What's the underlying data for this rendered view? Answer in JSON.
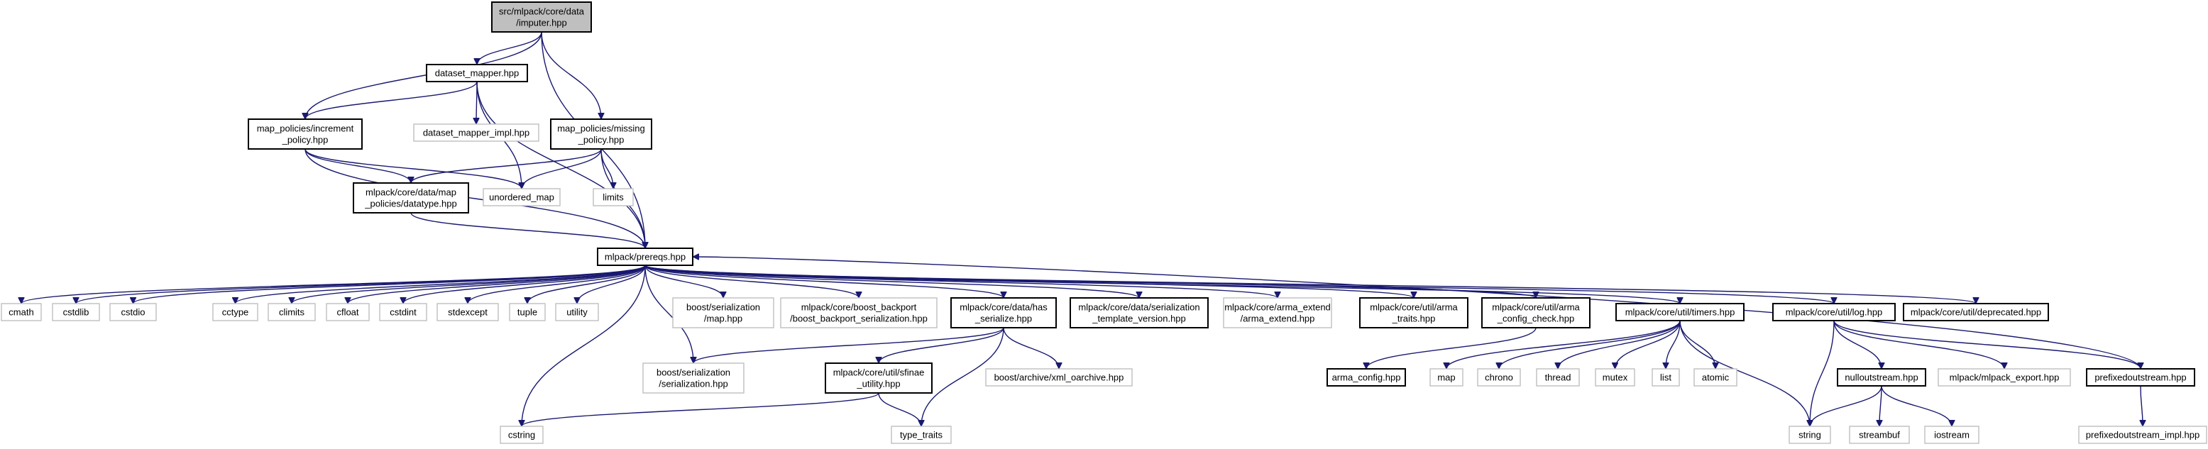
{
  "nodes": {
    "imputer": [
      "src/mlpack/core/data",
      "/imputer.hpp"
    ],
    "dataset_mapper": [
      "dataset_mapper.hpp"
    ],
    "increment_policy": [
      "map_policies/increment",
      "_policy.hpp"
    ],
    "missing_policy": [
      "map_policies/missing",
      "_policy.hpp"
    ],
    "dataset_mapper_impl": [
      "dataset_mapper_impl.hpp"
    ],
    "unordered_map": [
      "unordered_map"
    ],
    "limits": [
      "limits"
    ],
    "datatype": [
      "mlpack/core/data/map",
      "_policies/datatype.hpp"
    ],
    "prereqs": [
      "mlpack/prereqs.hpp"
    ],
    "cmath": [
      "cmath"
    ],
    "cstdlib": [
      "cstdlib"
    ],
    "cstdio": [
      "cstdio"
    ],
    "cctype": [
      "cctype"
    ],
    "climits": [
      "climits"
    ],
    "cfloat": [
      "cfloat"
    ],
    "cstdint": [
      "cstdint"
    ],
    "stdexcept": [
      "stdexcept"
    ],
    "tuple": [
      "tuple"
    ],
    "utility": [
      "utility"
    ],
    "boost_map": [
      "boost/serialization",
      "/map.hpp"
    ],
    "boost_backport": [
      "mlpack/core/boost_backport",
      "/boost_backport_serialization.hpp"
    ],
    "has_serialize": [
      "mlpack/core/data/has",
      "_serialize.hpp"
    ],
    "serialization_template": [
      "mlpack/core/data/serialization",
      "_template_version.hpp"
    ],
    "arma_extend": [
      "mlpack/core/arma_extend",
      "/arma_extend.hpp"
    ],
    "arma_traits": [
      "mlpack/core/util/arma",
      "_traits.hpp"
    ],
    "arma_config_check": [
      "mlpack/core/util/arma",
      "_config_check.hpp"
    ],
    "timers": [
      "mlpack/core/util/timers.hpp"
    ],
    "log": [
      "mlpack/core/util/log.hpp"
    ],
    "deprecated": [
      "mlpack/core/util/deprecated.hpp"
    ],
    "boost_serialization": [
      "boost/serialization",
      "/serialization.hpp"
    ],
    "sfinae": [
      "mlpack/core/util/sfinae",
      "_utility.hpp"
    ],
    "xml_oarchive": [
      "boost/archive/xml_oarchive.hpp"
    ],
    "arma_config": [
      "arma_config.hpp"
    ],
    "map": [
      "map"
    ],
    "chrono": [
      "chrono"
    ],
    "thread": [
      "thread"
    ],
    "mutex": [
      "mutex"
    ],
    "list": [
      "list"
    ],
    "atomic": [
      "atomic"
    ],
    "nulloutstream": [
      "nulloutstream.hpp"
    ],
    "mlpack_export": [
      "mlpack/mlpack_export.hpp"
    ],
    "prefixedoutstream": [
      "prefixedoutstream.hpp"
    ],
    "cstring": [
      "cstring"
    ],
    "type_traits": [
      "type_traits"
    ],
    "string": [
      "string"
    ],
    "streambuf": [
      "streambuf"
    ],
    "iostream": [
      "iostream"
    ],
    "prefixedoutstream_impl": [
      "prefixedoutstream_impl.hpp"
    ]
  },
  "edges": [
    [
      "imputer",
      "dataset_mapper"
    ],
    [
      "imputer",
      "increment_policy"
    ],
    [
      "imputer",
      "missing_policy"
    ],
    [
      "imputer",
      "prereqs"
    ],
    [
      "dataset_mapper",
      "increment_policy"
    ],
    [
      "dataset_mapper",
      "dataset_mapper_impl"
    ],
    [
      "dataset_mapper",
      "unordered_map"
    ],
    [
      "dataset_mapper",
      "prereqs"
    ],
    [
      "increment_policy",
      "unordered_map"
    ],
    [
      "increment_policy",
      "datatype"
    ],
    [
      "increment_policy",
      "prereqs"
    ],
    [
      "missing_policy",
      "datatype"
    ],
    [
      "missing_policy",
      "unordered_map"
    ],
    [
      "missing_policy",
      "limits"
    ],
    [
      "missing_policy",
      "prereqs"
    ],
    [
      "datatype",
      "prereqs"
    ],
    [
      "prereqs",
      "cmath"
    ],
    [
      "prereqs",
      "cstdlib"
    ],
    [
      "prereqs",
      "cstdio"
    ],
    [
      "prereqs",
      "cstring"
    ],
    [
      "prereqs",
      "cctype"
    ],
    [
      "prereqs",
      "climits"
    ],
    [
      "prereqs",
      "cfloat"
    ],
    [
      "prereqs",
      "cstdint"
    ],
    [
      "prereqs",
      "stdexcept"
    ],
    [
      "prereqs",
      "tuple"
    ],
    [
      "prereqs",
      "utility"
    ],
    [
      "prereqs",
      "boost_serialization"
    ],
    [
      "prereqs",
      "boost_map"
    ],
    [
      "prereqs",
      "boost_backport"
    ],
    [
      "prereqs",
      "has_serialize"
    ],
    [
      "prereqs",
      "serialization_template"
    ],
    [
      "prereqs",
      "arma_extend"
    ],
    [
      "prereqs",
      "arma_traits"
    ],
    [
      "prereqs",
      "arma_config_check"
    ],
    [
      "prereqs",
      "timers"
    ],
    [
      "prereqs",
      "log"
    ],
    [
      "prereqs",
      "deprecated"
    ],
    [
      "has_serialize",
      "boost_serialization"
    ],
    [
      "has_serialize",
      "sfinae"
    ],
    [
      "has_serialize",
      "xml_oarchive"
    ],
    [
      "has_serialize",
      "type_traits"
    ],
    [
      "sfinae",
      "cstring"
    ],
    [
      "sfinae",
      "type_traits"
    ],
    [
      "arma_config_check",
      "arma_config"
    ],
    [
      "timers",
      "map"
    ],
    [
      "timers",
      "chrono"
    ],
    [
      "timers",
      "thread"
    ],
    [
      "timers",
      "mutex"
    ],
    [
      "timers",
      "list"
    ],
    [
      "timers",
      "atomic"
    ],
    [
      "timers",
      "string"
    ],
    [
      "log",
      "string"
    ],
    [
      "log",
      "nulloutstream"
    ],
    [
      "log",
      "mlpack_export"
    ],
    [
      "log",
      "prefixedoutstream"
    ],
    [
      "nulloutstream",
      "string"
    ],
    [
      "nulloutstream",
      "streambuf"
    ],
    [
      "nulloutstream",
      "iostream"
    ],
    [
      "prefixedoutstream",
      "prereqs"
    ],
    [
      "prefixedoutstream",
      "prefixedoutstream_impl"
    ]
  ]
}
